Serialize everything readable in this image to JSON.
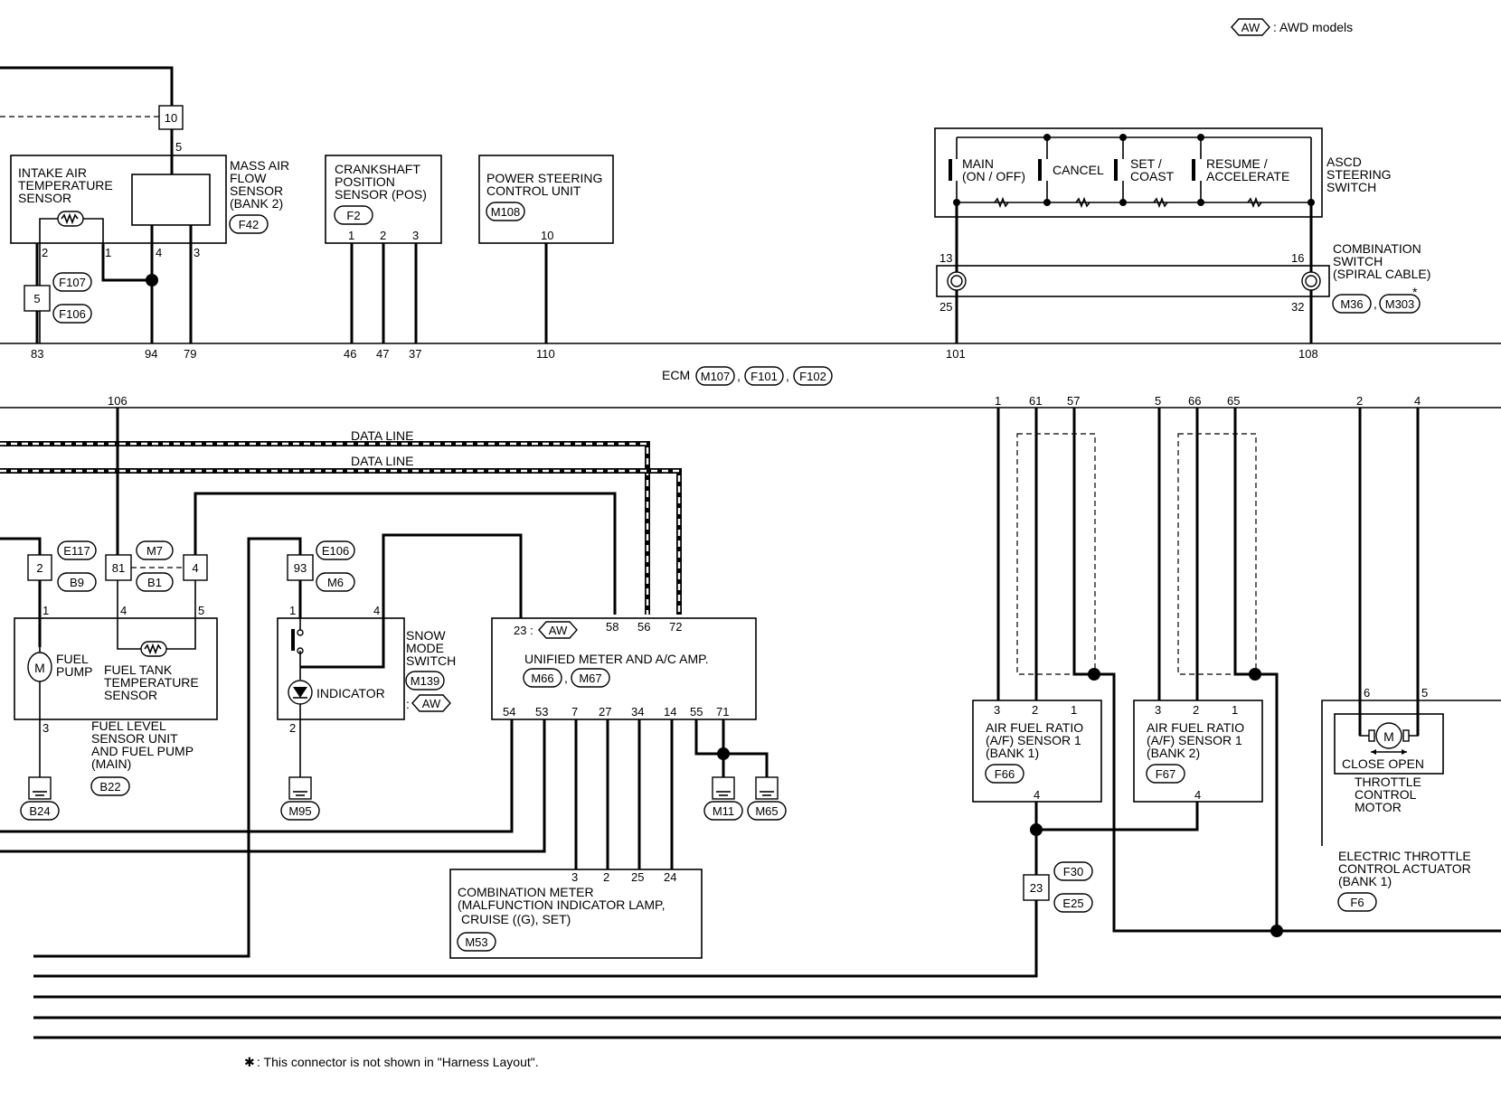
{
  "legend": {
    "aw_tag": "AW",
    "aw_text": ": AWD models"
  },
  "footnote": {
    "star": "✱",
    "text": ": This connector is not shown in \"Harness Layout\"."
  },
  "ecm": {
    "label": "ECM",
    "connectors": [
      "M107",
      "F101",
      "F102"
    ]
  },
  "upper_pins": [
    "83",
    "94",
    "79",
    "46",
    "47",
    "37",
    "110",
    "101",
    "108"
  ],
  "lower_pins": [
    "106",
    "1",
    "61",
    "57",
    "5",
    "66",
    "65",
    "2",
    "4"
  ],
  "intake_air": {
    "title_lines": [
      "INTAKE AIR",
      "TEMPERATURE",
      "SENSOR"
    ],
    "pins": [
      "2",
      "1",
      "4",
      "3"
    ],
    "pin5": "5",
    "relay_num": "10",
    "joint_num": "5",
    "connectors": [
      "F107",
      "F106"
    ]
  },
  "maf": {
    "title_lines": [
      "MASS AIR",
      "FLOW",
      "SENSOR",
      "(BANK 2)"
    ],
    "connector": "F42"
  },
  "crank": {
    "title_lines": [
      "CRANKSHAFT",
      "POSITION",
      "SENSOR (POS)"
    ],
    "connector": "F2",
    "pins": [
      "1",
      "2",
      "3"
    ]
  },
  "power_steering": {
    "title_lines": [
      "POWER STEERING",
      "CONTROL UNIT"
    ],
    "connector": "M108",
    "pin": "10"
  },
  "ascd": {
    "switches": [
      {
        "lines": [
          "MAIN",
          "(ON / OFF)"
        ]
      },
      {
        "lines": [
          "CANCEL"
        ]
      },
      {
        "lines": [
          "SET /",
          "COAST"
        ]
      },
      {
        "lines": [
          "RESUME /",
          "ACCELERATE"
        ]
      }
    ],
    "title_lines": [
      "ASCD",
      "STEERING",
      "SWITCH"
    ]
  },
  "combo_switch": {
    "title_lines": [
      "COMBINATION",
      "SWITCH",
      "(SPIRAL CABLE)"
    ],
    "connectors": [
      "M36",
      "M303"
    ],
    "star": "*",
    "pins": [
      "13",
      "16",
      "25",
      "32"
    ]
  },
  "data_line": {
    "label1": "DATA LINE",
    "label2": "DATA LINE"
  },
  "fuel": {
    "pump_label_lines": [
      "FUEL",
      "PUMP"
    ],
    "temp_label_lines": [
      "FUEL TANK",
      "TEMPERATURE",
      "SENSOR"
    ],
    "unit_title_lines": [
      "FUEL LEVEL",
      "SENSOR UNIT",
      "AND FUEL PUMP",
      "(MAIN)"
    ],
    "unit_connector": "B22",
    "ground_connector": "B24",
    "pins": [
      "1",
      "4",
      "5",
      "3"
    ],
    "joint_2": "2",
    "joint_81": "81",
    "joint_4": "4",
    "connectors": [
      "E117",
      "B9",
      "M7",
      "B1"
    ]
  },
  "snow": {
    "title_lines": [
      "SNOW",
      "MODE",
      "SWITCH"
    ],
    "connector": "M139",
    "aw_tag": "AW",
    "indicator": "INDICATOR",
    "joint": "93",
    "connectors": [
      "E106",
      "M6"
    ],
    "pins": [
      "1",
      "4",
      "2"
    ],
    "ground_connector": "M95"
  },
  "unified_meter": {
    "title": "UNIFIED METER AND A/C AMP.",
    "connectors": [
      "M66",
      "M67"
    ],
    "pin23": "23 :",
    "aw_tag": "AW",
    "top_pins": [
      "58",
      "56",
      "72"
    ],
    "bottom_pins": [
      "54",
      "53",
      "7",
      "27",
      "34",
      "14",
      "55",
      "71"
    ],
    "grounds": [
      "M11",
      "M65"
    ]
  },
  "combination_meter": {
    "title_lines": [
      "COMBINATION METER",
      "(MALFUNCTION INDICATOR LAMP,",
      "CRUISE ((G), SET)"
    ],
    "connector": "M53",
    "pins": [
      "3",
      "2",
      "25",
      "24"
    ]
  },
  "af1": {
    "title_lines": [
      "AIR FUEL RATIO",
      "(A/F) SENSOR 1",
      "(BANK 1)"
    ],
    "connector": "F66",
    "pins": [
      "3",
      "2",
      "1",
      "4"
    ]
  },
  "af2": {
    "title_lines": [
      "AIR FUEL RATIO",
      "(A/F) SENSOR 1",
      "(BANK 2)"
    ],
    "connector": "F67",
    "pins": [
      "3",
      "2",
      "1",
      "4"
    ]
  },
  "af_joint": {
    "num": "23",
    "connectors": [
      "F30",
      "E25"
    ]
  },
  "throttle": {
    "motor_label": "CLOSE  OPEN",
    "pins": [
      "6",
      "5"
    ],
    "motor_lines": [
      "THROTTLE",
      "CONTROL",
      "MOTOR"
    ],
    "actuator_lines": [
      "ELECTRIC THROTTLE",
      "CONTROL ACTUATOR",
      "(BANK 1)"
    ],
    "connector": "F6"
  }
}
